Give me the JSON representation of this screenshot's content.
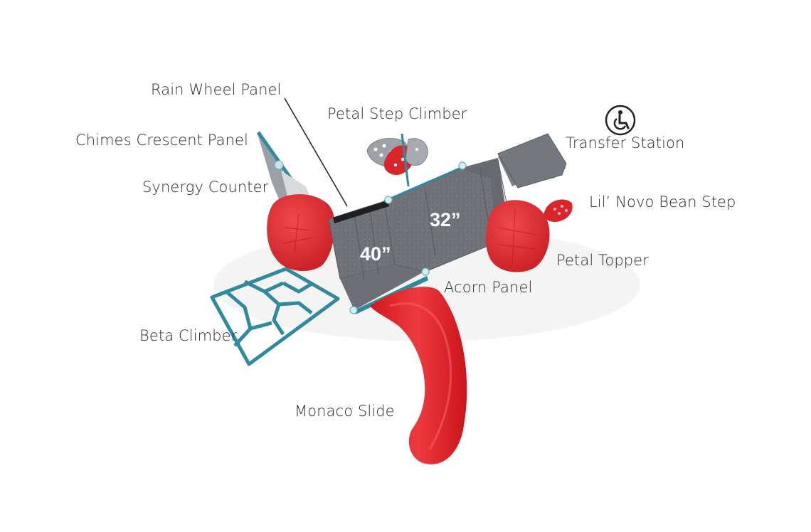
{
  "labels": {
    "rain_wheel_panel": "Rain Wheel Panel",
    "petal_step_climber": "Petal Step Climber",
    "chimes_crescent_panel": "Chimes Crescent Panel",
    "synergy_counter": "Synergy Counter",
    "transfer_station": "Transfer Station",
    "lil_novo_bean_step": "Lil’ Novo Bean Step",
    "petal_topper": "Petal Topper",
    "acorn_panel": "Acorn Panel",
    "beta_climber": "Beta Climber",
    "monaco_slide": "Monaco Slide"
  },
  "deck_heights": {
    "deck_1": "40”",
    "deck_2": "32”"
  },
  "icons": {
    "accessibility": "wheelchair-accessible-icon"
  },
  "colors": {
    "red": "#e3262c",
    "teal": "#2e8a9c",
    "deck_gray": "#6f7279",
    "label_text": "#2a2a2a"
  }
}
